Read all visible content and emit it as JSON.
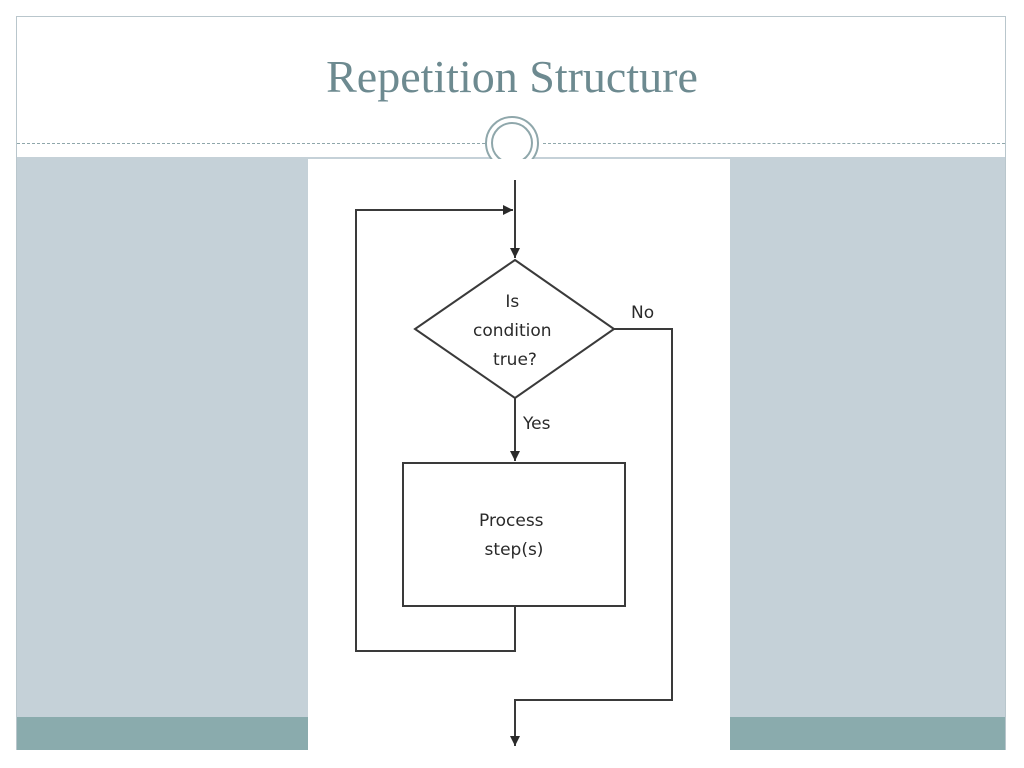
{
  "slide": {
    "title": "Repetition Structure"
  },
  "flowchart": {
    "decision": {
      "lines": [
        "Is",
        "condition",
        "true?"
      ]
    },
    "process": {
      "lines": [
        "Process",
        "step(s)"
      ]
    },
    "branch_yes": "Yes",
    "branch_no": "No"
  },
  "colors": {
    "title": "#6d8a90",
    "content_band": "#c5d1d8",
    "footer_band": "#8aabad",
    "line": "#3a3a3a"
  }
}
